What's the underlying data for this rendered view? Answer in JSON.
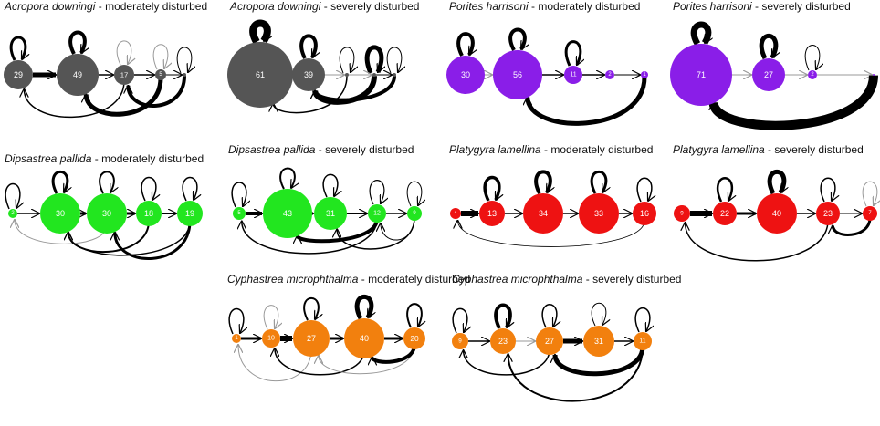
{
  "colors": {
    "grey": "#555555",
    "purple": "#8a1ee8",
    "green": "#22e61f",
    "red": "#ee1212",
    "orange": "#f2800e"
  },
  "panels": [
    {
      "species": "Acropora downingi",
      "condition": "moderately disturbed",
      "color": "grey",
      "nodes": [
        "29",
        "49",
        "17",
        "5",
        ""
      ]
    },
    {
      "species": "Acropora downingi",
      "condition": "severely disturbed",
      "color": "grey",
      "nodes": [
        "61",
        "39",
        "",
        "",
        ""
      ]
    },
    {
      "species": "Porites harrisoni",
      "condition": "moderately disturbed",
      "color": "purple",
      "nodes": [
        "30",
        "56",
        "11",
        "2",
        "1"
      ]
    },
    {
      "species": "Porites harrisoni",
      "condition": "severely disturbed",
      "color": "purple",
      "nodes": [
        "71",
        "27",
        "2",
        ""
      ]
    },
    {
      "species": "Dipsastrea pallida",
      "condition": "moderately disturbed",
      "color": "green",
      "nodes": [
        "2",
        "30",
        "30",
        "18",
        "19"
      ]
    },
    {
      "species": "Dipsastrea pallida",
      "condition": "severely disturbed",
      "color": "green",
      "nodes": [
        "5",
        "43",
        "31",
        "12",
        "9"
      ]
    },
    {
      "species": "Platygyra lamellina",
      "condition": "moderately disturbed",
      "color": "red",
      "nodes": [
        "4",
        "13",
        "34",
        "33",
        "16"
      ]
    },
    {
      "species": "Platygyra lamellina",
      "condition": "severely disturbed",
      "color": "red",
      "nodes": [
        "9",
        "22",
        "40",
        "23",
        "7"
      ]
    },
    {
      "species": "Cyphastrea microphthalma",
      "condition": "moderately disturbed",
      "color": "orange",
      "nodes": [
        "1",
        "10",
        "27",
        "40",
        "20"
      ]
    },
    {
      "species": "Cyphastrea microphthalma",
      "condition": "severely disturbed",
      "color": "orange",
      "nodes": [
        "9",
        "23",
        "27",
        "31",
        "11"
      ]
    }
  ]
}
